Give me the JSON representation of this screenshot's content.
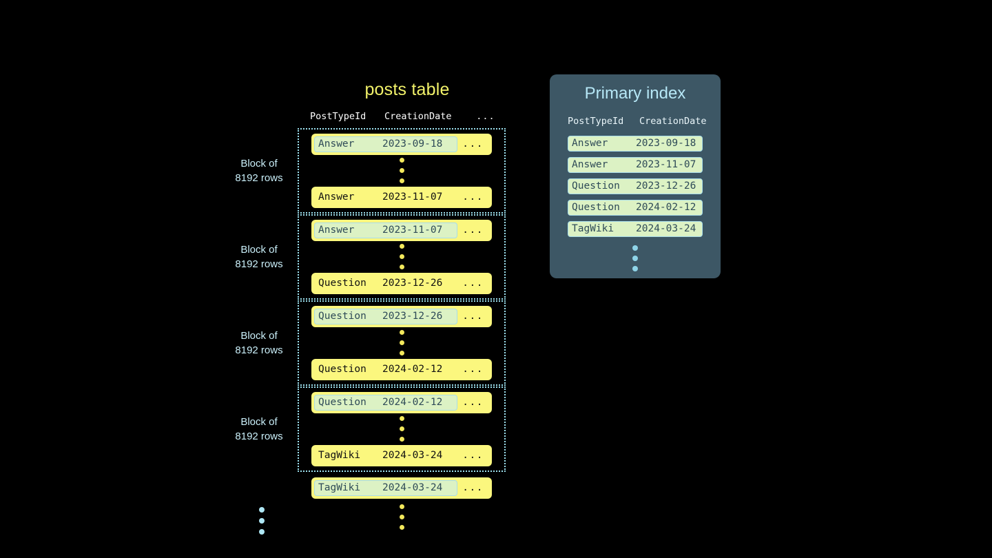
{
  "posts_table": {
    "title": "posts table",
    "columns": [
      "PostTypeId",
      "CreationDate",
      "..."
    ],
    "row_trailing": "...",
    "block_label_line1": "Block of",
    "block_label_line2": "8192 rows",
    "blocks": [
      {
        "label_line1": "Block of",
        "label_line2": "8192 rows",
        "first_row": {
          "post_type_id": "Answer",
          "creation_date": "2023-09-18",
          "highlighted": true
        },
        "last_row": {
          "post_type_id": "Answer",
          "creation_date": "2023-11-07",
          "highlighted": false
        }
      },
      {
        "label_line1": "Block of",
        "label_line2": "8192 rows",
        "first_row": {
          "post_type_id": "Answer",
          "creation_date": "2023-11-07",
          "highlighted": true
        },
        "last_row": {
          "post_type_id": "Question",
          "creation_date": "2023-12-26",
          "highlighted": false
        }
      },
      {
        "label_line1": "Block of",
        "label_line2": "8192 rows",
        "first_row": {
          "post_type_id": "Question",
          "creation_date": "2023-12-26",
          "highlighted": true
        },
        "last_row": {
          "post_type_id": "Question",
          "creation_date": "2024-02-12",
          "highlighted": false
        }
      },
      {
        "label_line1": "Block of",
        "label_line2": "8192 rows",
        "first_row": {
          "post_type_id": "Question",
          "creation_date": "2024-02-12",
          "highlighted": true
        },
        "last_row": {
          "post_type_id": "TagWiki",
          "creation_date": "2024-03-24",
          "highlighted": false
        }
      }
    ],
    "trailing_row": {
      "post_type_id": "TagWiki",
      "creation_date": "2024-03-24",
      "highlighted": true
    }
  },
  "primary_index": {
    "title": "Primary index",
    "columns": [
      "PostTypeId",
      "CreationDate"
    ],
    "entries": [
      {
        "post_type_id": "Answer",
        "creation_date": "2023-09-18"
      },
      {
        "post_type_id": "Answer",
        "creation_date": "2023-11-07"
      },
      {
        "post_type_id": "Question",
        "creation_date": "2023-12-26"
      },
      {
        "post_type_id": "Question",
        "creation_date": "2024-02-12"
      },
      {
        "post_type_id": "TagWiki",
        "creation_date": "2024-03-24"
      }
    ]
  },
  "colors": {
    "background": "#000000",
    "row_yellow": "#fbf77e",
    "highlight_mint": "#dcf2c4",
    "highlight_border": "#a8dcea",
    "title_yellow": "#f2f26a",
    "cyan_text": "#c9eef8",
    "panel_slate": "#3d5765",
    "dot_yellow": "#f2e85c",
    "dot_cyan": "#aee6f4"
  }
}
